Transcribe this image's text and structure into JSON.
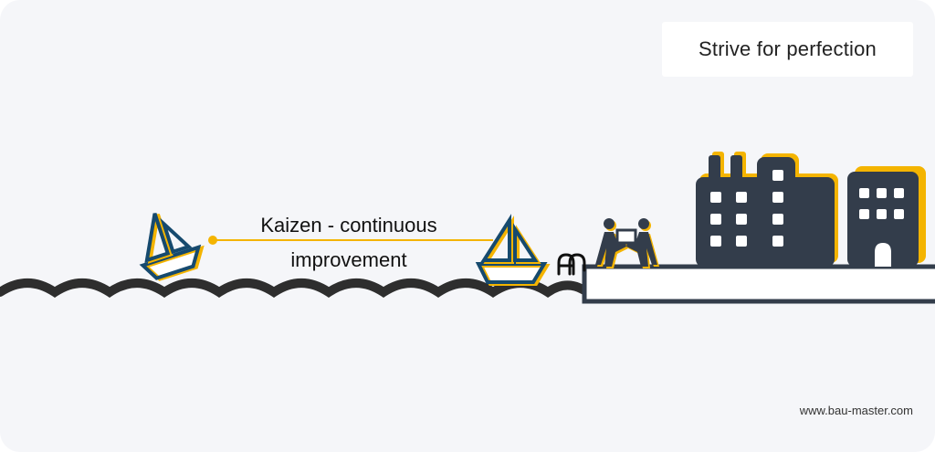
{
  "header": {
    "title": "Strive for perfection"
  },
  "diagram": {
    "label": "Kaizen - continuous improvement",
    "icons": [
      "sailboat-icon",
      "sailboat-icon",
      "ladder-icon",
      "workers-carrying-box-icon",
      "factory-icon",
      "office-building-icon"
    ]
  },
  "footer": {
    "url": "www.bau-master.com"
  },
  "colors": {
    "background": "#f5f6f9",
    "navy": "#333d4b",
    "boat_blue": "#164a6e",
    "accent_yellow": "#f4b400",
    "wave": "#2e2e2e"
  }
}
